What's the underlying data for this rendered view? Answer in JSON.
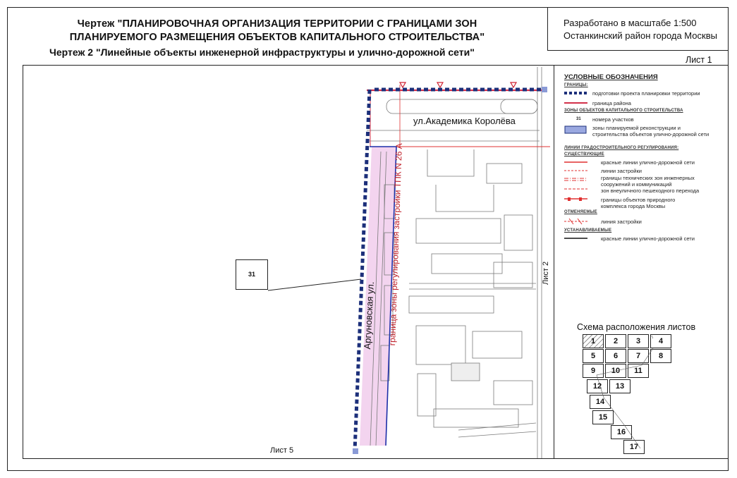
{
  "title": {
    "line1": "Чертеж \"ПЛАНИРОВОЧНАЯ ОРГАНИЗАЦИЯ ТЕРРИТОРИИ С ГРАНИЦАМИ ЗОН",
    "line2": "ПЛАНИРУЕМОГО РАЗМЕЩЕНИЯ ОБЪЕКТОВ КАПИТАЛЬНОГО СТРОИТЕЛЬСТВА\"",
    "line3": "Чертеж 2 \"Линейные объекты инженерной инфраструктуры и улично-дорожной сети\""
  },
  "scale_box": {
    "line1": "Разработано в масштабе 1:500",
    "line2": "Останкинский район города Москвы"
  },
  "sheet_label": "Лист 1",
  "map": {
    "street_top": "ул.Академика Королёва",
    "street_left": "Аргуновская ул.",
    "red_annotation": "граница зоны регулирования застройки ТПК N 26 А",
    "parcel_number": "31",
    "list_right": "Лист 2",
    "list_bottom": "Лист 5"
  },
  "legend": {
    "title": "УСЛОВНЫЕ ОБОЗНАЧЕНИЯ",
    "sec_borders": "ГРАНИЦЫ:",
    "item_project": "подготовки проекта планировки территории",
    "item_district": "граница района",
    "sec_zones": "ЗОНЫ ОБЪЕКТОВ КАПИТАЛЬНОГО СТРОИТЕЛЬСТВА",
    "item_numbers_sym": "31",
    "item_numbers": "номера участков",
    "item_recon": "зоны планируемой реконструкции и строительства объектов улично-дорожной сети",
    "sec_lines": "ЛИНИИ ГРАДОСТРОИТЕЛЬНОГО РЕГУЛИРОВАНИЯ:",
    "sub_existing": "СУЩЕСТВУЮЩИЕ",
    "item_red_lines": "красные линии улично-дорожной сети",
    "item_build_lines": "линии застройки",
    "item_tech": "границы технических зон инженерных сооружений и коммуникаций",
    "item_ped": "зон внеуличного пешеходного перехода",
    "item_nature": "границы объектов природного комплекса города Москвы",
    "sub_cancelled": "ОТМЕНЯЕМЫЕ",
    "item_build_cancel": "линия застройки",
    "sub_new": "УСТАНАВЛИВАЕМЫЕ",
    "item_red_new": "красные линии улично-дорожной сети"
  },
  "schema": {
    "title": "Схема расположения листов",
    "sheets": [
      "1",
      "2",
      "3",
      "4",
      "5",
      "6",
      "7",
      "8",
      "9",
      "10",
      "11",
      "12",
      "13",
      "14",
      "15",
      "16",
      "17"
    ]
  },
  "colors": {
    "boundary_blue": "#1c2f7a",
    "district_red": "#d2304a",
    "zone_fill": "#f2d6ee",
    "red_line": "#e02020"
  }
}
